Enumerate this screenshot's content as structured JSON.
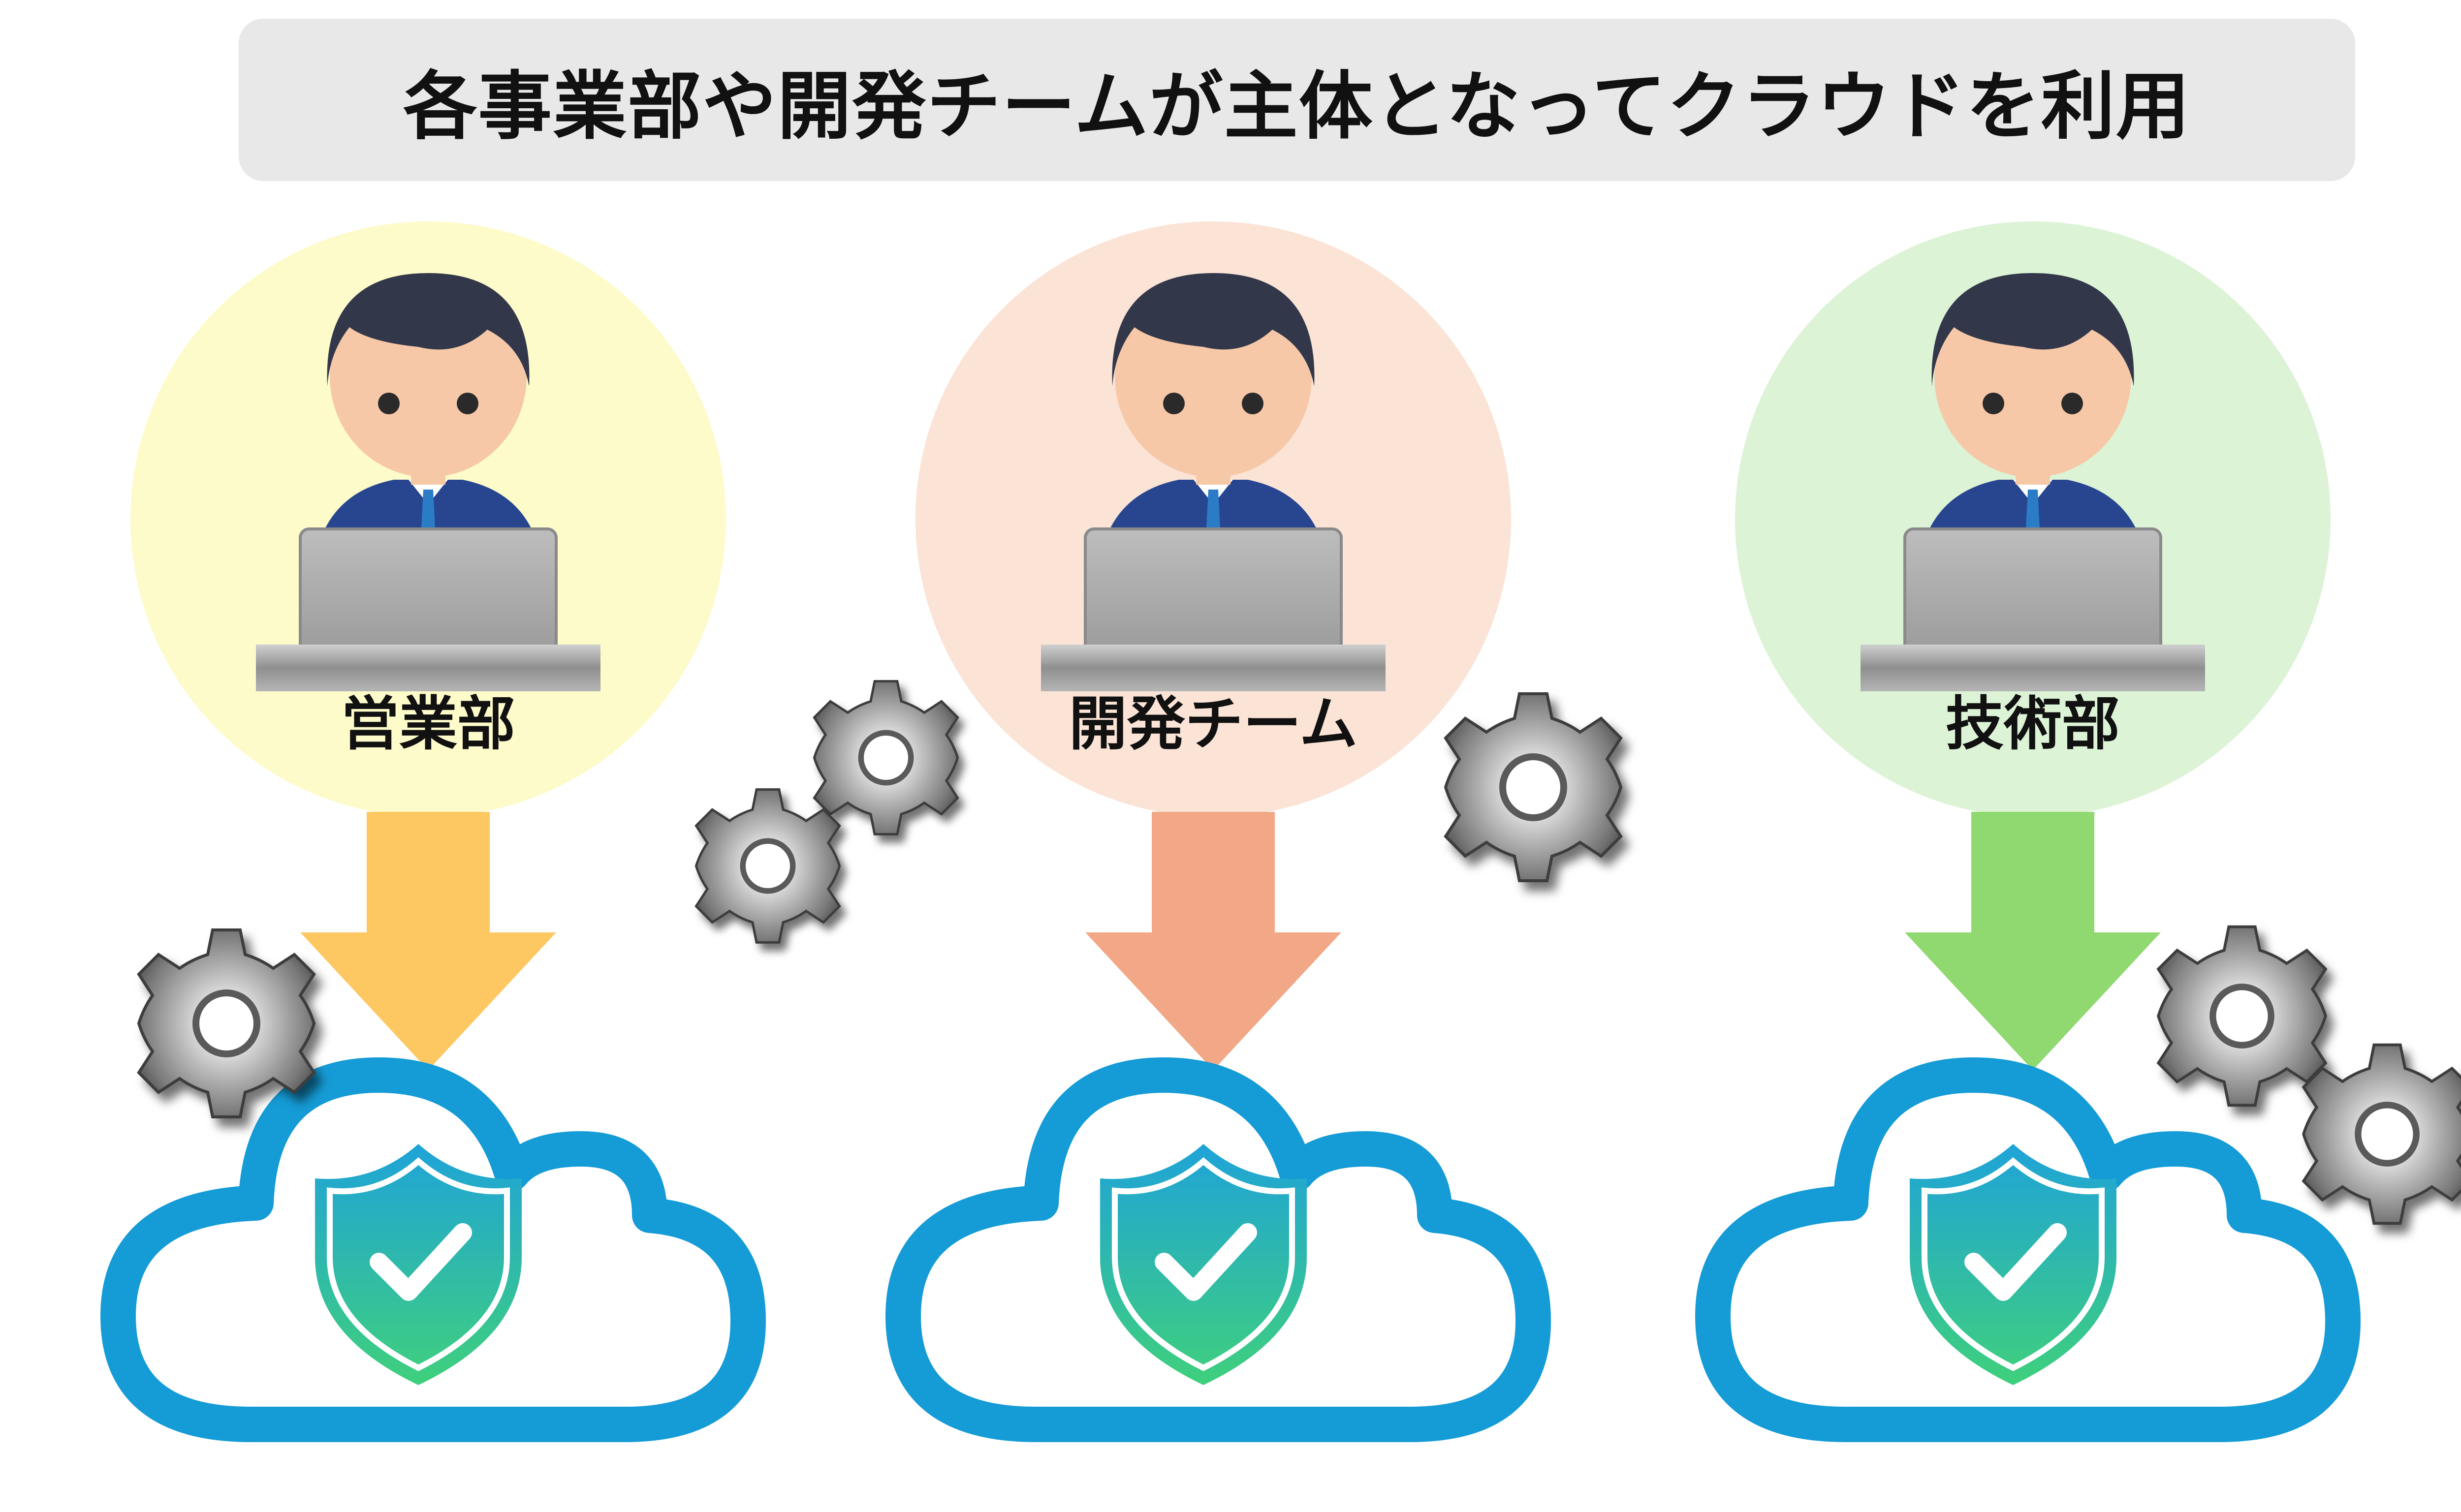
{
  "title": "各事業部や開発チームが主体となってクラウドを利用",
  "colors": {
    "banner": "#e8e8e8",
    "sales_circle": "#fdfbca",
    "dev_circle": "#fbe3d6",
    "tech_circle": "#dcf3d6",
    "sales_arrow": "#fdc862",
    "dev_arrow": "#f2a886",
    "tech_arrow": "#8fd970",
    "cloud_outline": "#159bd6",
    "shield_top": "#1fa3d8",
    "shield_bottom": "#3fd07c"
  },
  "departments": [
    {
      "label": "営業部",
      "icon": "person-at-laptop-icon",
      "arrow": "down-arrow",
      "cloud": "secure-cloud-icon"
    },
    {
      "label": "開発チーム",
      "icon": "person-at-laptop-icon",
      "arrow": "down-arrow",
      "cloud": "secure-cloud-icon"
    },
    {
      "label": "技術部",
      "icon": "person-at-laptop-icon",
      "arrow": "down-arrow",
      "cloud": "secure-cloud-icon"
    }
  ],
  "decorations": [
    "gear-icon"
  ]
}
